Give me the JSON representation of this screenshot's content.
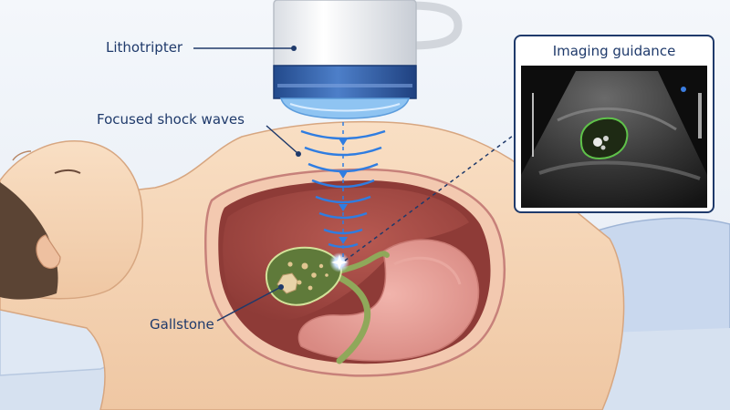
{
  "labels": {
    "lithotripter": "Lithotripter",
    "shock_waves": "Focused shock waves",
    "gallstone": "Gallstone",
    "imaging_guidance": "Imaging guidance"
  },
  "colors": {
    "background": "#eef3f8",
    "label_text": "#1f3a6b",
    "skin": "#f6d7b8",
    "liver": "#a84b45",
    "stomach": "#e8a39c",
    "gallbladder": "#5f7a3a",
    "bile_duct": "#8fa85a",
    "shock_wave": "#2f7de1",
    "transducer_blue": "#2f5fa8",
    "sheet": "#c9d8ee",
    "hair": "#5b4434"
  },
  "icons": [
    "lithotripter-device",
    "shock-wave-arcs",
    "ultrasound-image"
  ]
}
